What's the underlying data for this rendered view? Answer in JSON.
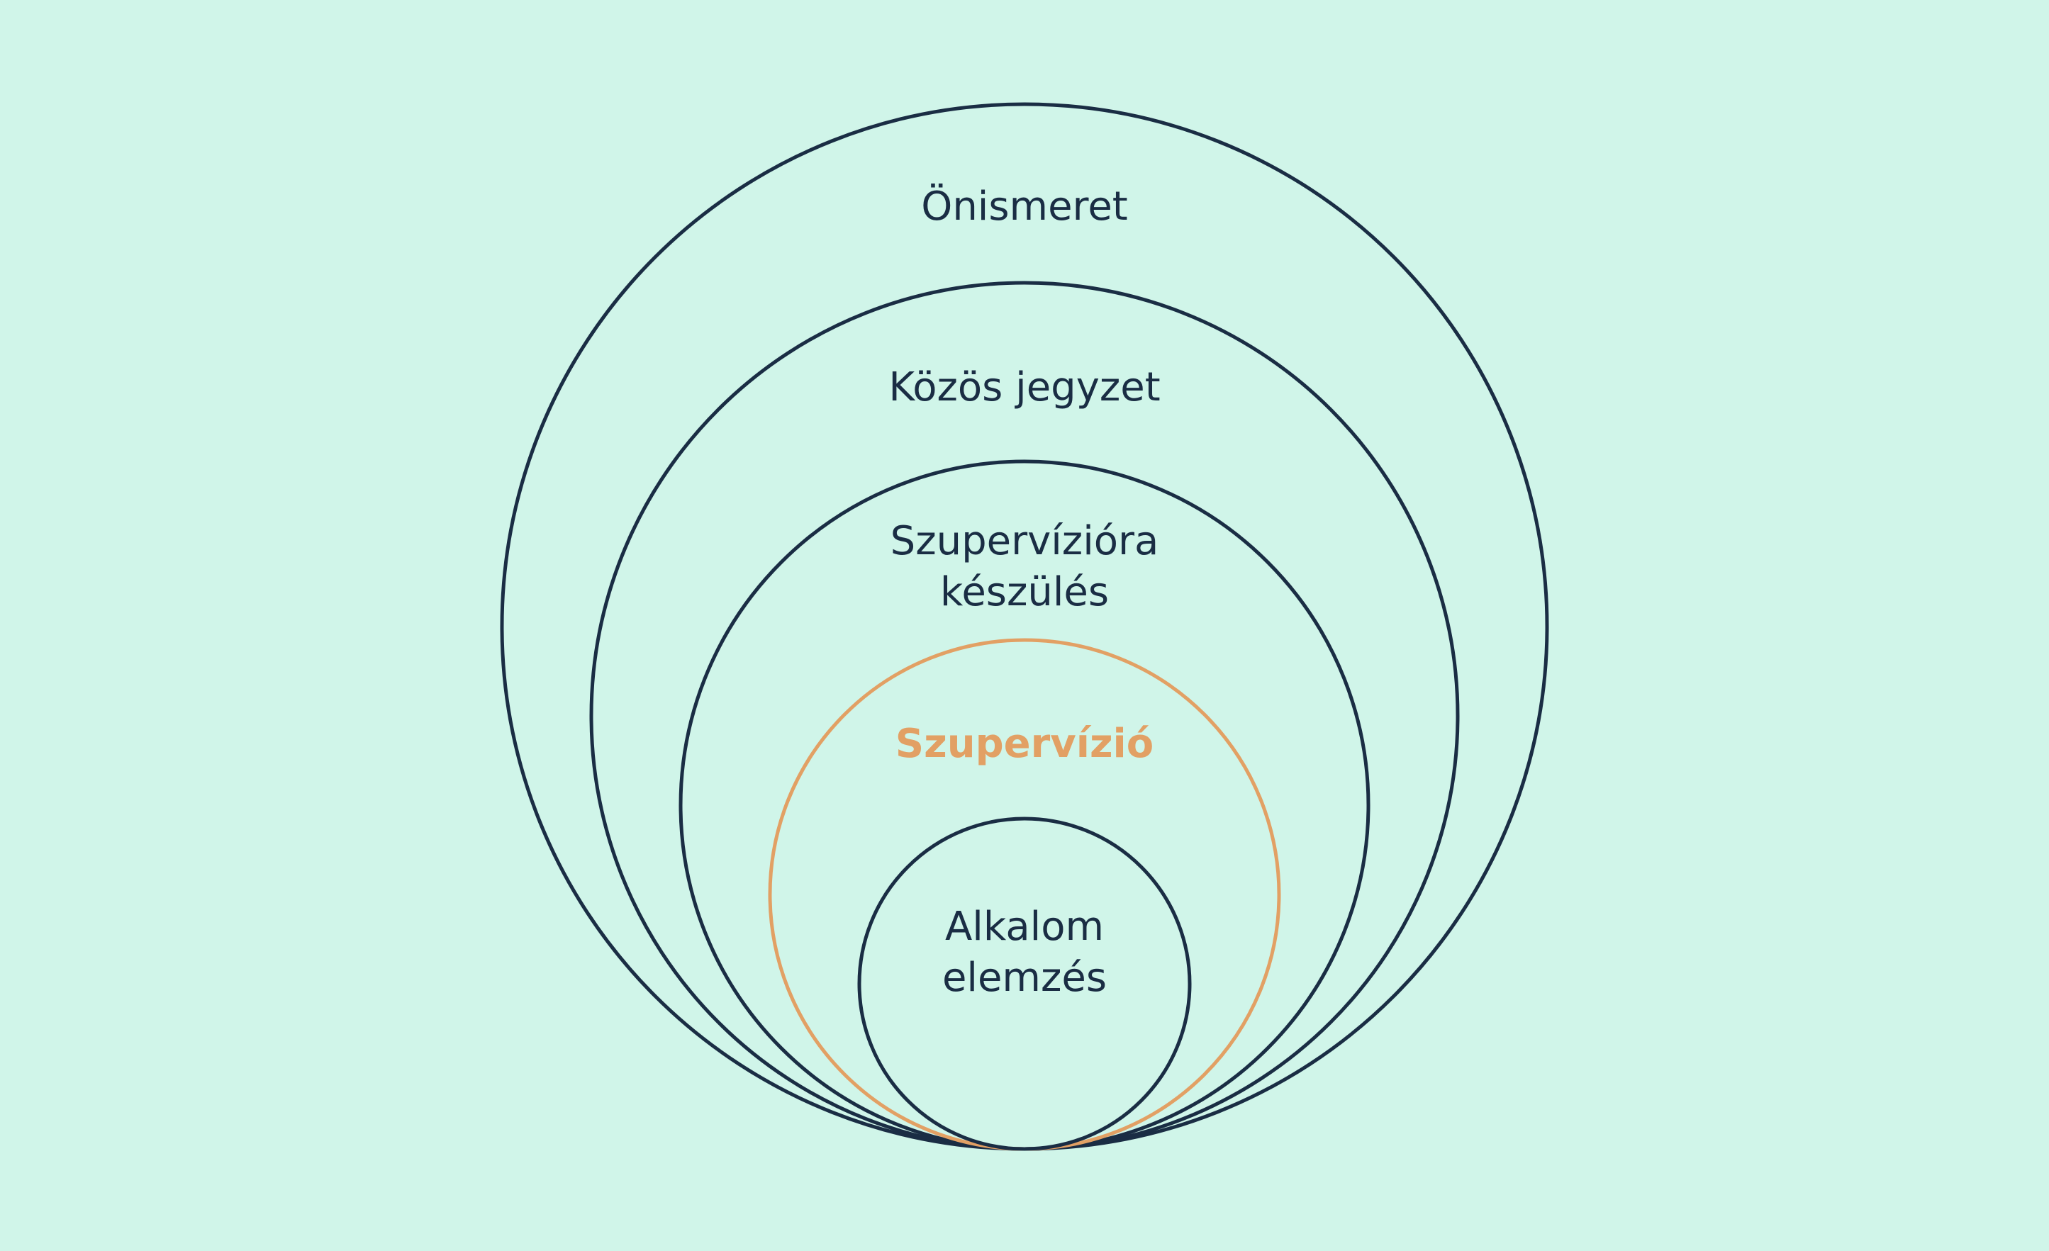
{
  "colors": {
    "background": "#d0f5e9",
    "ring": "#1a2d44",
    "highlight": "#e2a064",
    "text": "#1a2d44"
  },
  "levels": [
    {
      "label_lines": [
        "Önismeret"
      ],
      "highlight": false
    },
    {
      "label_lines": [
        "Közös jegyzet"
      ],
      "highlight": false
    },
    {
      "label_lines": [
        "Szupervízióra",
        "készülés"
      ],
      "highlight": false
    },
    {
      "label_lines": [
        "Szupervízió"
      ],
      "highlight": true
    },
    {
      "label_lines": [
        "Alkalom",
        "elemzés"
      ],
      "highlight": false
    }
  ]
}
